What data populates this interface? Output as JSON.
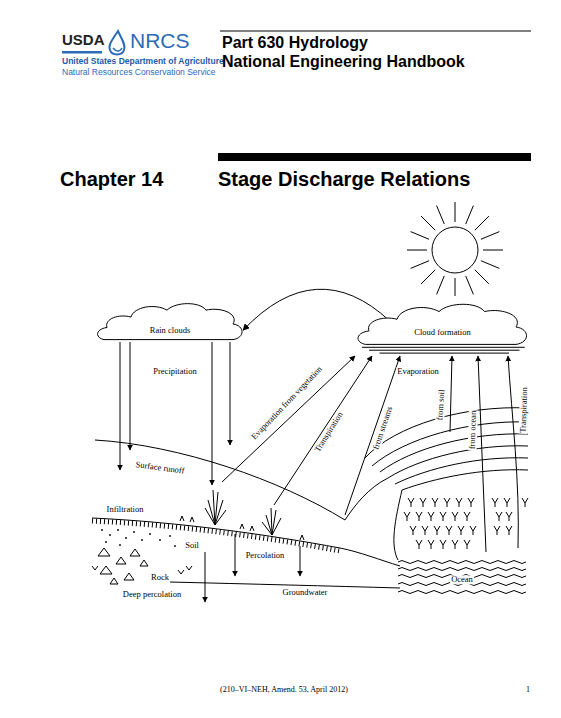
{
  "diagram": {
    "title": "Stage Discharge Relations",
    "nodes": [
      {
        "text": [
          "Rain clouds"
        ]
      },
      {
        "text": [
          "Cloud formation"
        ]
      }
    ],
    "edges": [
      {
        "from": 1,
        "to": 0,
        "arrow": "to"
      }
    ],
    "labels": [
      "USDA",
      "NRCS",
      "United States Department of Agriculture",
      "Natural Resources Conservation Service",
      "Part 630 Hydrology",
      "National Engineering Handbook",
      "Chapter 14",
      "Precipitation",
      "Evaporation",
      "Evaporation from vegetation",
      "Transpiration",
      "from streams",
      "from soil",
      "from ocean",
      "Transpiration",
      "Surface runoff",
      "Infiltration",
      "Soil",
      "Percolation",
      "Rock",
      "Deep percolation",
      "Groundwater",
      "Ocean",
      "(210–VI–NEH, Amend. 53, April 2012)",
      "1"
    ]
  }
}
